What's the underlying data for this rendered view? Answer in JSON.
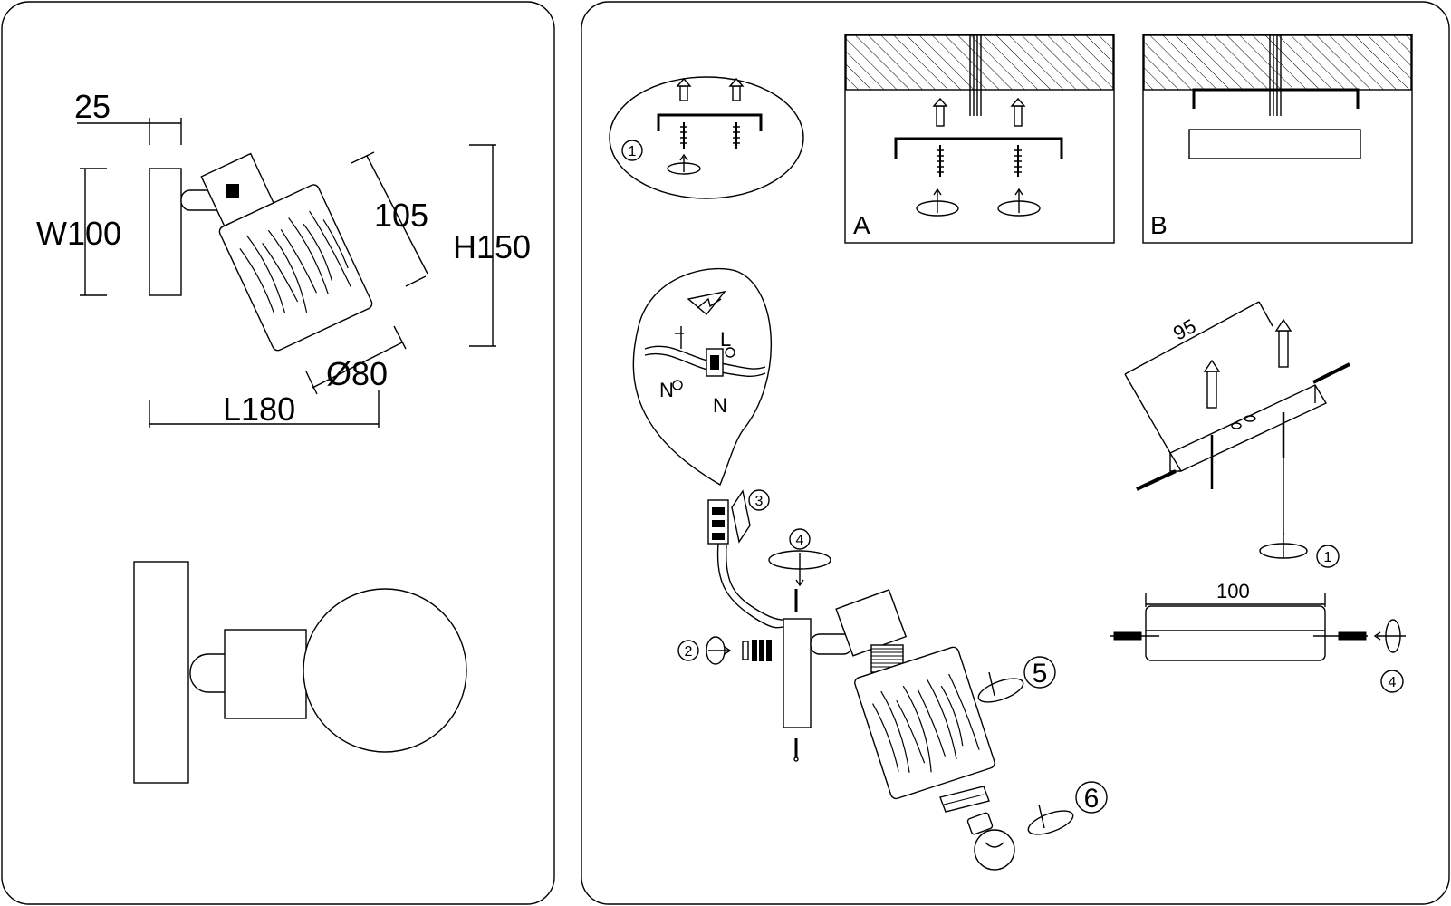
{
  "left_panel": {
    "dims": {
      "depth": "25",
      "width": "W100",
      "tilt_length": "105",
      "height": "H150",
      "diameter": "Ø80",
      "length": "L180"
    }
  },
  "right_panel": {
    "options": {
      "a": "A",
      "b": "B"
    },
    "steps": [
      "1",
      "2",
      "3",
      "4",
      "5",
      "6"
    ],
    "bracket_dims": {
      "width": "95",
      "length": "100"
    },
    "terminal_marks": {
      "live": "L",
      "neutral": "N"
    }
  }
}
